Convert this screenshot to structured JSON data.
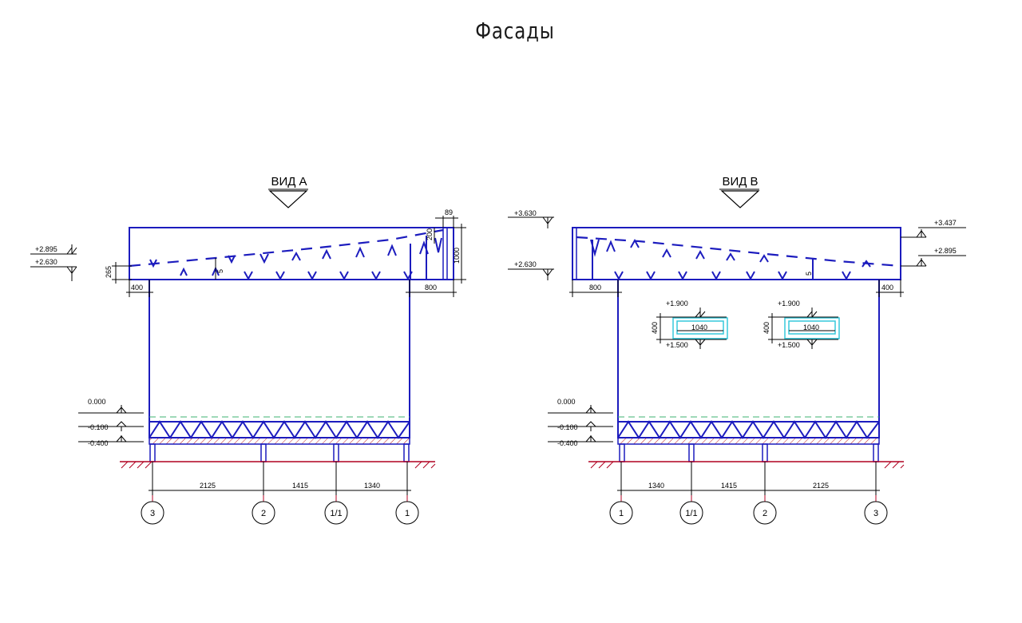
{
  "sheet": {
    "title": "Фасады"
  },
  "colors": {
    "structure": "#1c1cbe",
    "line": "#000000",
    "ground": "#b00020",
    "hatch": "#c02020",
    "window": "#36c8dc",
    "floor_dash": "#3cb371"
  },
  "view_a": {
    "label": "ВИД А",
    "levels": {
      "top": "+2.895",
      "mid": "+2.630",
      "zero": "0.000",
      "m100": "-0.100",
      "m400": "-0.400"
    },
    "dims": {
      "left_overhang": "400",
      "right_overhang": "800",
      "depth": "89",
      "height_200": "200",
      "height_1000": "1000",
      "height_265": "265",
      "slope": "5"
    },
    "spans": [
      "2125",
      "1415",
      "1340"
    ],
    "axes": [
      "3",
      "2",
      "1/1",
      "1"
    ]
  },
  "view_b": {
    "label": "ВИД В",
    "levels": {
      "top_left": "+3.630",
      "mid_left": "+2.630",
      "top_right": "+3.437",
      "mid_right": "+2.895",
      "zero": "0.000",
      "m100": "-0.100",
      "m400": "-0.400"
    },
    "dims": {
      "left_overhang": "800",
      "right_overhang": "400",
      "slope": "5"
    },
    "windows": [
      {
        "top": "+1.900",
        "bottom": "+1.500",
        "width": "1040",
        "height": "400"
      },
      {
        "top": "+1.900",
        "bottom": "+1.500",
        "width": "1040",
        "height": "400"
      }
    ],
    "spans": [
      "1340",
      "1415",
      "2125"
    ],
    "axes": [
      "1",
      "1/1",
      "2",
      "3"
    ]
  }
}
